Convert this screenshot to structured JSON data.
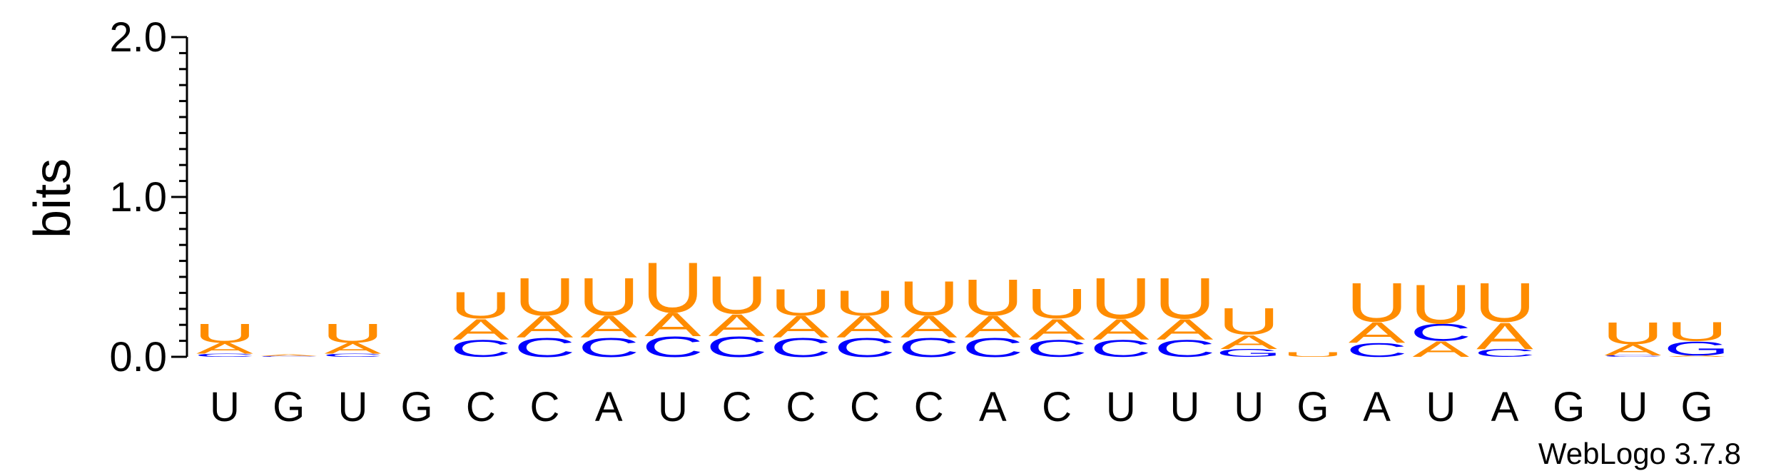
{
  "colors": {
    "U": "#ff8c00",
    "A": "#ff8c00",
    "C": "#0000ff",
    "G": "#0000ff"
  },
  "chart_data": {
    "type": "sequence_logo",
    "ylabel": "bits",
    "ylim": [
      0,
      2
    ],
    "yticks": [
      {
        "value": 0,
        "label": "0.0"
      },
      {
        "value": 1,
        "label": "1.0"
      },
      {
        "value": 2,
        "label": "2.0"
      }
    ],
    "credit": "WebLogo 3.7.8",
    "positions": [
      {
        "label": "U",
        "stack": [
          {
            "letter": "C",
            "height": 0.02
          },
          {
            "letter": "A",
            "height": 0.07
          },
          {
            "letter": "U",
            "height": 0.12
          }
        ]
      },
      {
        "label": "G",
        "stack": [
          {
            "letter": "C",
            "height": 0.005
          },
          {
            "letter": "A",
            "height": 0.01
          }
        ]
      },
      {
        "label": "U",
        "stack": [
          {
            "letter": "C",
            "height": 0.02
          },
          {
            "letter": "A",
            "height": 0.07
          },
          {
            "letter": "U",
            "height": 0.12
          }
        ]
      },
      {
        "label": "G",
        "stack": []
      },
      {
        "label": "C",
        "stack": [
          {
            "letter": "C",
            "height": 0.11
          },
          {
            "letter": "A",
            "height": 0.13
          },
          {
            "letter": "U",
            "height": 0.17
          }
        ]
      },
      {
        "label": "C",
        "stack": [
          {
            "letter": "C",
            "height": 0.12
          },
          {
            "letter": "A",
            "height": 0.14
          },
          {
            "letter": "U",
            "height": 0.24
          }
        ]
      },
      {
        "label": "A",
        "stack": [
          {
            "letter": "C",
            "height": 0.12
          },
          {
            "letter": "A",
            "height": 0.14
          },
          {
            "letter": "U",
            "height": 0.24
          }
        ]
      },
      {
        "label": "U",
        "stack": [
          {
            "letter": "C",
            "height": 0.13
          },
          {
            "letter": "A",
            "height": 0.15
          },
          {
            "letter": "U",
            "height": 0.32
          }
        ]
      },
      {
        "label": "C",
        "stack": [
          {
            "letter": "C",
            "height": 0.13
          },
          {
            "letter": "A",
            "height": 0.14
          },
          {
            "letter": "U",
            "height": 0.24
          }
        ]
      },
      {
        "label": "C",
        "stack": [
          {
            "letter": "C",
            "height": 0.12
          },
          {
            "letter": "A",
            "height": 0.14
          },
          {
            "letter": "U",
            "height": 0.17
          }
        ]
      },
      {
        "label": "C",
        "stack": [
          {
            "letter": "C",
            "height": 0.12
          },
          {
            "letter": "A",
            "height": 0.14
          },
          {
            "letter": "U",
            "height": 0.16
          }
        ]
      },
      {
        "label": "C",
        "stack": [
          {
            "letter": "C",
            "height": 0.12
          },
          {
            "letter": "A",
            "height": 0.14
          },
          {
            "letter": "U",
            "height": 0.22
          }
        ]
      },
      {
        "label": "A",
        "stack": [
          {
            "letter": "C",
            "height": 0.12
          },
          {
            "letter": "A",
            "height": 0.14
          },
          {
            "letter": "U",
            "height": 0.23
          }
        ]
      },
      {
        "label": "C",
        "stack": [
          {
            "letter": "C",
            "height": 0.11
          },
          {
            "letter": "A",
            "height": 0.13
          },
          {
            "letter": "U",
            "height": 0.19
          }
        ]
      },
      {
        "label": "U",
        "stack": [
          {
            "letter": "C",
            "height": 0.11
          },
          {
            "letter": "A",
            "height": 0.13
          },
          {
            "letter": "U",
            "height": 0.26
          }
        ]
      },
      {
        "label": "U",
        "stack": [
          {
            "letter": "C",
            "height": 0.11
          },
          {
            "letter": "A",
            "height": 0.13
          },
          {
            "letter": "U",
            "height": 0.26
          }
        ]
      },
      {
        "label": "U",
        "stack": [
          {
            "letter": "G",
            "height": 0.05
          },
          {
            "letter": "A",
            "height": 0.09
          },
          {
            "letter": "U",
            "height": 0.17
          }
        ]
      },
      {
        "label": "G",
        "stack": [
          {
            "letter": "U",
            "height": 0.03
          }
        ]
      },
      {
        "label": "A",
        "stack": [
          {
            "letter": "C",
            "height": 0.09
          },
          {
            "letter": "A",
            "height": 0.13
          },
          {
            "letter": "U",
            "height": 0.25
          }
        ]
      },
      {
        "label": "U",
        "stack": [
          {
            "letter": "A",
            "height": 0.1
          },
          {
            "letter": "C",
            "height": 0.11
          },
          {
            "letter": "U",
            "height": 0.25
          }
        ]
      },
      {
        "label": "A",
        "stack": [
          {
            "letter": "C",
            "height": 0.05
          },
          {
            "letter": "A",
            "height": 0.17
          },
          {
            "letter": "U",
            "height": 0.25
          }
        ]
      },
      {
        "label": "G",
        "stack": []
      },
      {
        "label": "U",
        "stack": [
          {
            "letter": "C",
            "height": 0.01
          },
          {
            "letter": "A",
            "height": 0.07
          },
          {
            "letter": "U",
            "height": 0.14
          }
        ]
      },
      {
        "label": "G",
        "stack": [
          {
            "letter": "A",
            "height": 0.01
          },
          {
            "letter": "G",
            "height": 0.09
          },
          {
            "letter": "U",
            "height": 0.12
          }
        ]
      }
    ]
  }
}
